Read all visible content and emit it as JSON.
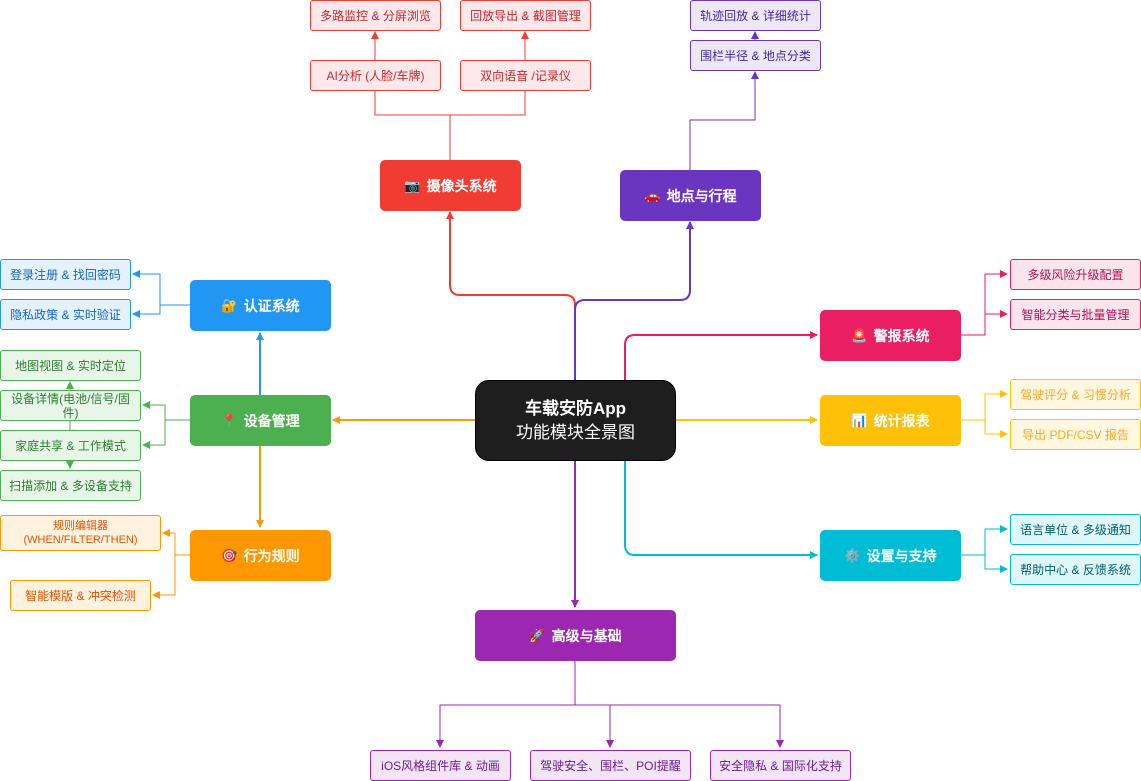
{
  "center": {
    "title": "车载安防App",
    "subtitle": "功能模块全景图"
  },
  "modules": {
    "camera": {
      "label": "摄像头系统",
      "icon": "camera-icon",
      "glyph": "📷",
      "color": "#f03c32"
    },
    "location": {
      "label": "地点与行程",
      "icon": "car-icon",
      "glyph": "🚗",
      "color": "#6a35c0"
    },
    "auth": {
      "label": "认证系统",
      "icon": "lock-icon",
      "glyph": "🔐",
      "color": "#2196f3"
    },
    "device": {
      "label": "设备管理",
      "icon": "pin-icon",
      "glyph": "📍",
      "color": "#4caf50"
    },
    "rules": {
      "label": "行为规则",
      "icon": "target-icon",
      "glyph": "🎯",
      "color": "#ff9800"
    },
    "alarm": {
      "label": "警报系统",
      "icon": "siren-icon",
      "glyph": "🚨",
      "color": "#e91e63"
    },
    "stats": {
      "label": "统计报表",
      "icon": "bar-chart-icon",
      "glyph": "📊",
      "color": "#ffc107"
    },
    "settings": {
      "label": "设置与支持",
      "icon": "gear-icon",
      "glyph": "⚙️",
      "color": "#00bcd4"
    },
    "advanced": {
      "label": "高级与基础",
      "icon": "rocket-icon",
      "glyph": "🚀",
      "color": "#9c27b0"
    }
  },
  "leaves": {
    "camera": [
      "多路监控 & 分屏浏览",
      "回放导出 & 截图管理",
      "AI分析 (人脸/车牌)",
      "双向语音 /记录仪"
    ],
    "location": [
      "轨迹回放 & 详细统计",
      "围栏半径 & 地点分类"
    ],
    "auth": [
      "登录注册 & 找回密码",
      "隐私政策 & 实时验证"
    ],
    "device": [
      "地图视图 & 实时定位",
      "设备详情(电池/信号/固件)",
      "家庭共享 & 工作模式",
      "扫描添加 & 多设备支持"
    ],
    "rules": [
      "规则编辑器",
      "(WHEN/FILTER/THEN)",
      "智能模版 & 冲突检测"
    ],
    "alarm": [
      "多级风险升级配置",
      "智能分类与批量管理"
    ],
    "stats": [
      "驾驶评分 & 习惯分析",
      "导出 PDF/CSV 报告"
    ],
    "settings": [
      "语言单位 & 多级通知",
      "帮助中心 & 反馈系统"
    ],
    "advanced": [
      "iOS风格组件库 & 动画",
      "驾驶安全、围栏、POI提醒",
      "安全隐私 & 国际化支持"
    ]
  },
  "palette": {
    "camera_fill": "#fde8ec",
    "location_fill": "#ede7f6",
    "auth_fill": "#e3f2fd",
    "device_fill": "#e8f5e9",
    "rules_fill": "#fff3e0",
    "alarm_fill": "#fce4ec",
    "stats_fill": "#fff8e1",
    "settings_fill": "#e0f7fa",
    "advanced_fill": "#f3e5f5"
  }
}
